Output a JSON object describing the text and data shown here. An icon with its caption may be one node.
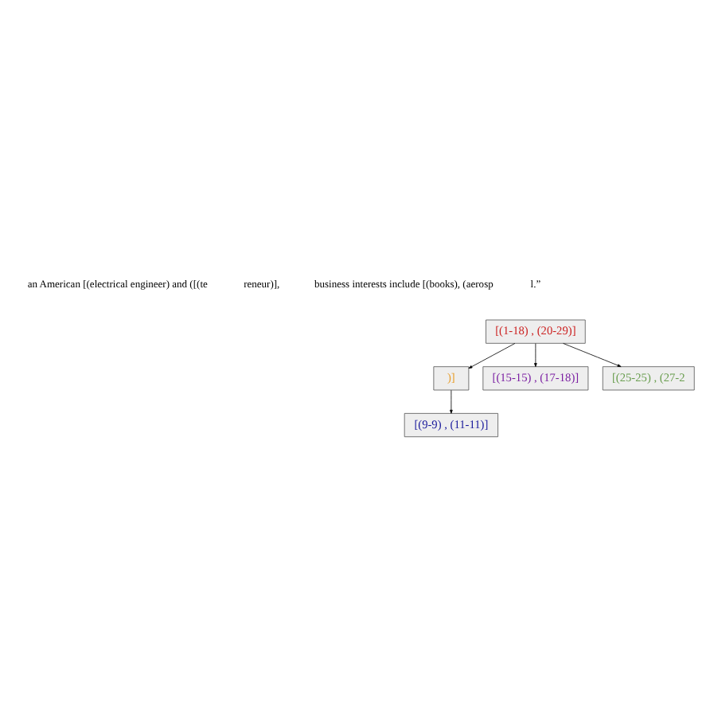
{
  "diagram": {
    "nodes": [
      {
        "text": [
          "[(1-18) , (20-29)]"
        ]
      },
      {
        "text": [
          ")]"
        ]
      },
      {
        "text": [
          "[(15-15) , (17-18)]"
        ]
      },
      {
        "text": [
          "[(25-25) , (27-2"
        ]
      },
      {
        "text": [
          "[(9-9) , (11-11)]"
        ]
      }
    ],
    "edges": [
      {
        "from": 0,
        "to": 1,
        "arrow": "to"
      },
      {
        "from": 0,
        "to": 2,
        "arrow": "to"
      },
      {
        "from": 0,
        "to": 3,
        "arrow": "to"
      },
      {
        "from": 1,
        "to": 4,
        "arrow": "to"
      }
    ],
    "labels": [
      "an American [(electrical engineer) and ([(te",
      "reneur)],",
      "business interests include [(books), (aerosp",
      "l.”"
    ]
  }
}
